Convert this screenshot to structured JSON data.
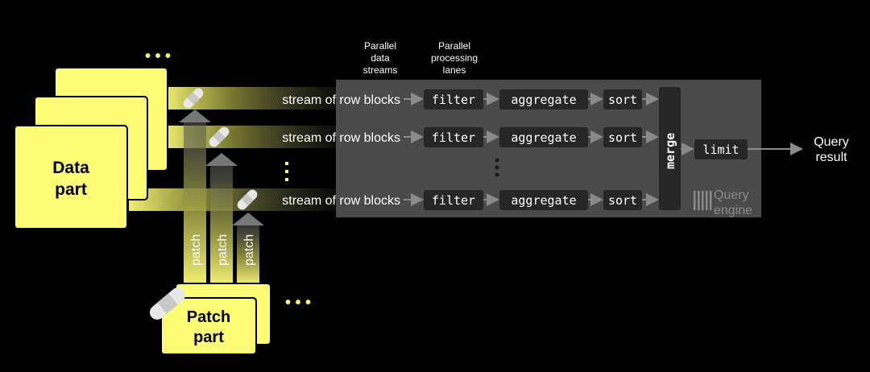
{
  "headers": {
    "streams": [
      "Parallel",
      "data",
      "streams"
    ],
    "lanes": [
      "Parallel",
      "processing",
      "lanes"
    ]
  },
  "data_part": {
    "line1": "Data",
    "line2": "part"
  },
  "patch_part": {
    "line1": "Patch",
    "line2": "part"
  },
  "more_dots": "• • •",
  "lanes": [
    {
      "stream": "stream of row blocks",
      "ops": [
        "filter",
        "aggregate",
        "sort"
      ]
    },
    {
      "stream": "stream of row blocks",
      "ops": [
        "filter",
        "aggregate",
        "sort"
      ]
    },
    {
      "stream": "stream of row blocks",
      "ops": [
        "filter",
        "aggregate",
        "sort"
      ]
    }
  ],
  "patch_labels": [
    "patch",
    "patch",
    "patch"
  ],
  "merge_label": "merge",
  "limit_label": "limit",
  "engine_label": {
    "line1": "Query",
    "line2": "engine"
  },
  "output_label": {
    "line1": "Query",
    "line2": "result"
  },
  "colors": {
    "yellow": "#fbfb76",
    "engine_panel": "#4a4a4a",
    "op_box": "#262626",
    "arrow": "#8a8a8a",
    "text_light": "#ffffff"
  },
  "icons": {
    "patch": "bandage-icon",
    "engine": "barcode-logo-icon"
  }
}
